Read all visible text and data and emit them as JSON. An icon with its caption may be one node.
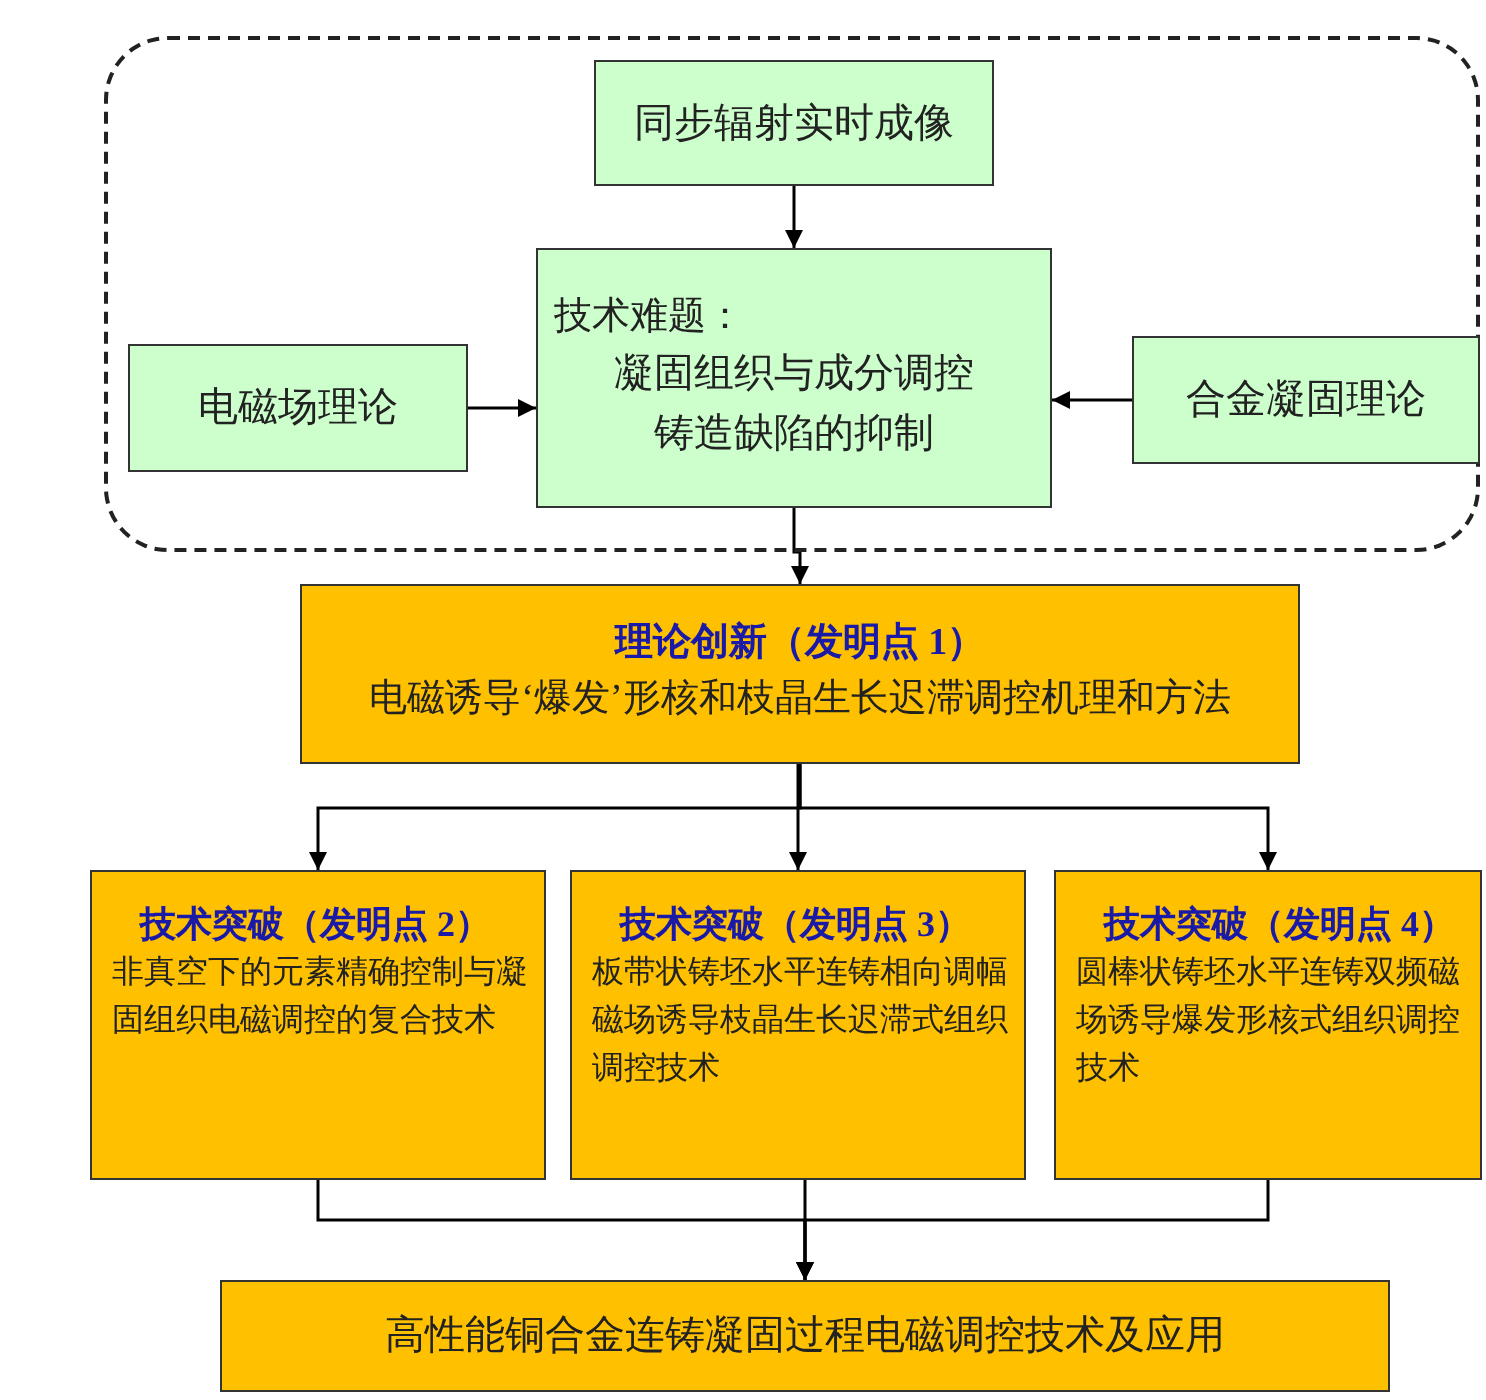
{
  "diagram": {
    "nodes": [
      {
        "text": [],
        "shape": "box"
      },
      {
        "text": [
          "同步辐射实时成像"
        ],
        "in": 0
      },
      {
        "text": [
          "技术难题：",
          "凝固组织与成分调控",
          "铸造缺陷的抑制"
        ],
        "in": 0
      },
      {
        "text": [
          "电磁场理论"
        ],
        "in": 0
      },
      {
        "text": [
          "合金凝固理论"
        ],
        "in": 0
      },
      {
        "text": [
          "理论创新（发明点 1）",
          "电磁诱导‘爆发’形核和枝晶生长迟滞调控机理和方法"
        ]
      },
      {
        "text": [
          "技术突破（发明点 2）",
          "非真空下的元素精确控制与凝固组织电磁调控的复合技术"
        ]
      },
      {
        "text": [
          "技术突破（发明点 3）",
          "板带状铸坯水平连铸相向调幅磁场诱导枝晶生长迟滞式组织调控技术"
        ]
      },
      {
        "text": [
          "技术突破（发明点 4）",
          "圆棒状铸坯水平连铸双频磁场诱导爆发形核式组织调控技术"
        ]
      },
      {
        "text": [
          "高性能铜合金连铸凝固过程电磁调控技术及应用"
        ]
      }
    ],
    "edges": [
      {
        "from": 1,
        "to": 2,
        "arrow": "to"
      },
      {
        "from": 3,
        "to": 2,
        "arrow": "to"
      },
      {
        "from": 4,
        "to": 2,
        "arrow": "to"
      },
      {
        "from": 2,
        "to": 5,
        "arrow": "to"
      },
      {
        "from": 5,
        "to": 6,
        "arrow": "to"
      },
      {
        "from": 5,
        "to": 7,
        "arrow": "to"
      },
      {
        "from": 5,
        "to": 8,
        "arrow": "to"
      },
      {
        "from": 6,
        "to": 9,
        "arrow": "to"
      },
      {
        "from": 7,
        "to": 9,
        "arrow": "to"
      },
      {
        "from": 8,
        "to": 9,
        "arrow": "to"
      }
    ]
  }
}
